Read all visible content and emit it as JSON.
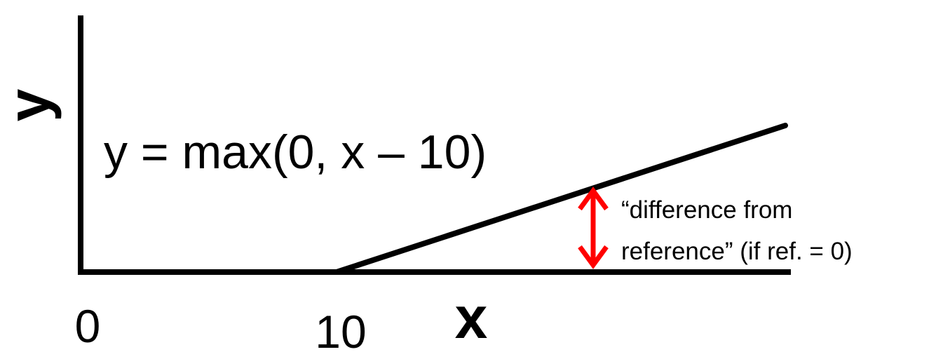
{
  "diagram": {
    "y_axis_label": "y",
    "x_axis_label": "x",
    "equation": "y = max(0, x – 10)",
    "x_tick_zero": "0",
    "x_tick_ten": "10",
    "annotation_line1": "“difference from",
    "annotation_line2": "reference” (if ref. = 0)",
    "line_color": "#000000",
    "arrow_color": "#ff0000"
  }
}
